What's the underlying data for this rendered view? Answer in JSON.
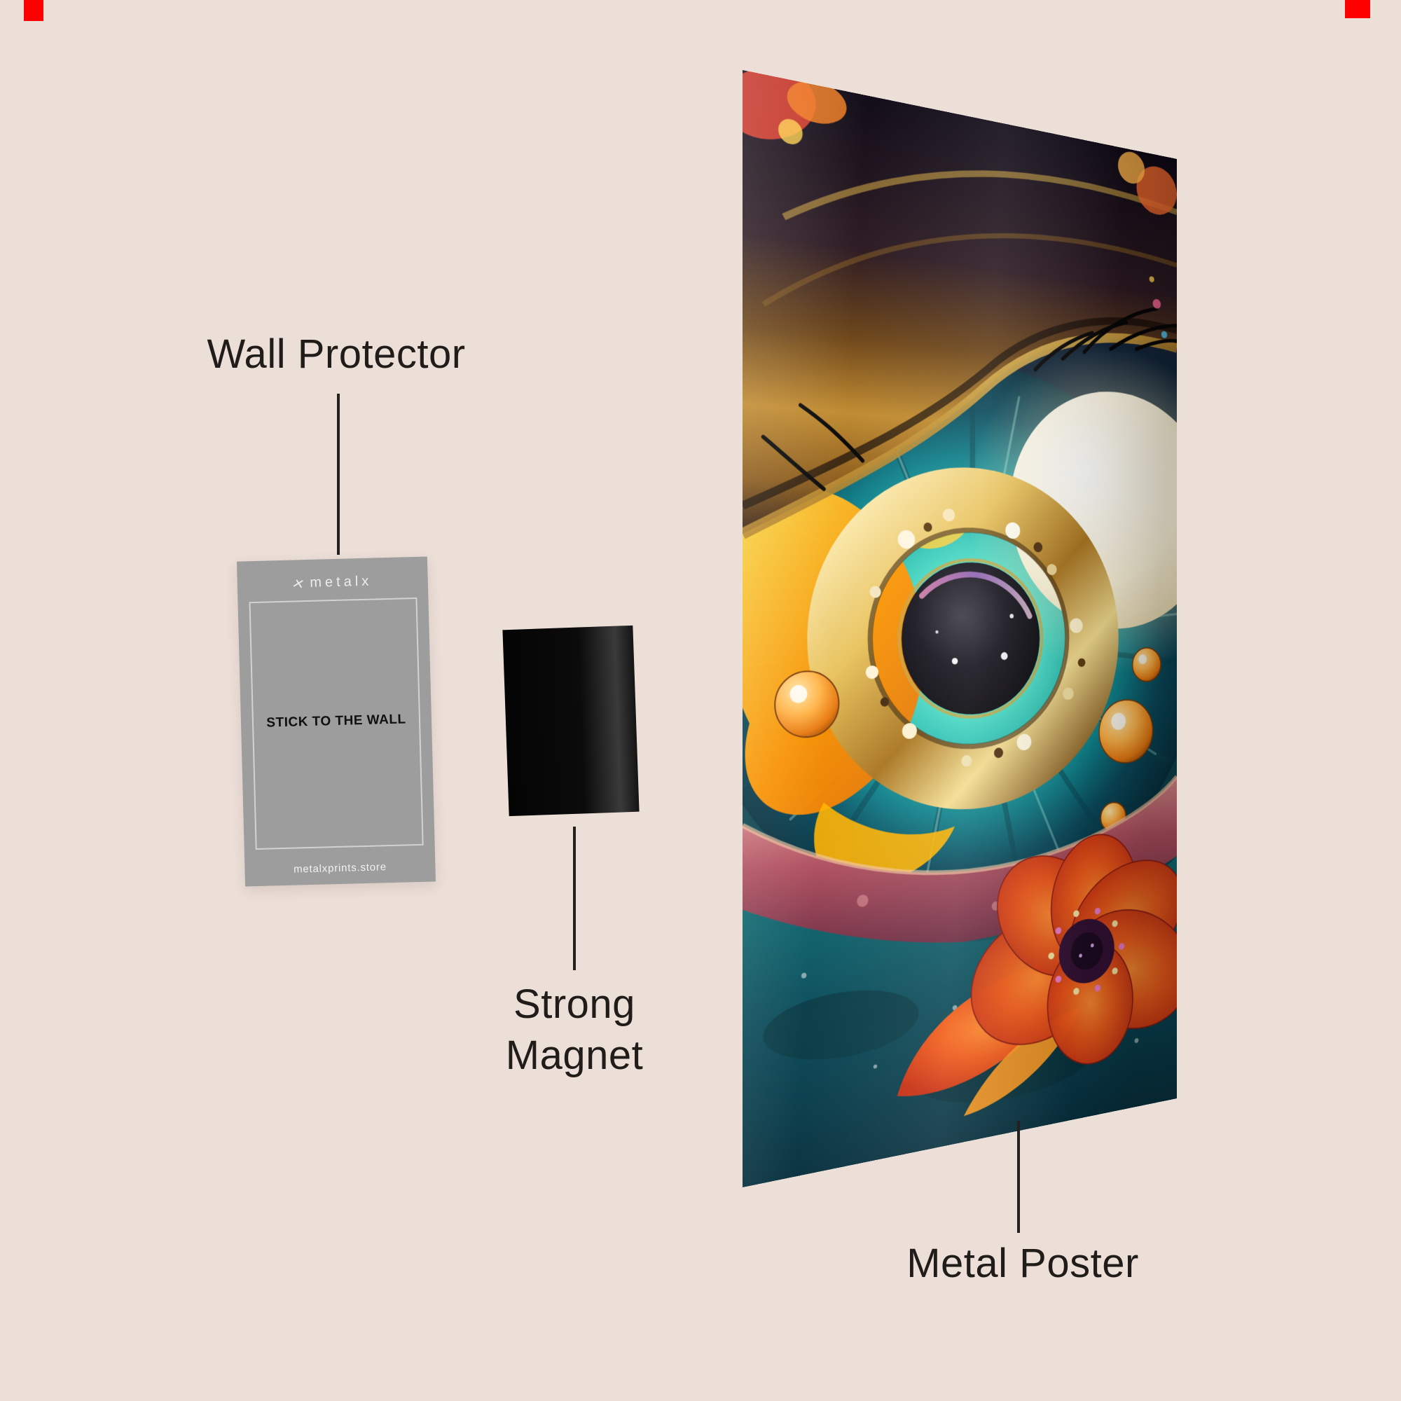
{
  "page": {
    "background": "#ecdfd8",
    "text_color": "#201c19",
    "connector_color": "#23201d",
    "accent_red": "#fe0000"
  },
  "labels": {
    "wall_protector": "Wall Protector",
    "strong_magnet": {
      "line1": "Strong",
      "line2": "Magnet"
    },
    "metal_poster": "Metal Poster"
  },
  "card": {
    "brand": "metalx",
    "center_text": "STICK TO THE WALL",
    "footer": "metalxprints.store",
    "color": "#9d9d9d"
  },
  "magnet": {
    "color": "#0b0b0b"
  },
  "poster": {
    "artwork": "surreal-eye-with-gold-iris-moon-and-poppy",
    "palette": {
      "iris_teal": "#1fb4aa",
      "gold": "#d9a84a",
      "pupil_black": "#0a0910",
      "poppy_red": "#d42a12",
      "splash_orange": "#ff9400",
      "moon_white": "#fff6dc",
      "water_teal": "#0a4a58"
    }
  }
}
